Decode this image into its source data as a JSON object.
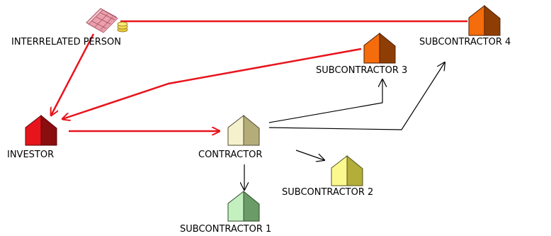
{
  "nodes": {
    "interrelated_person": {
      "label": "INTERRELATED PERSON",
      "icon": "money-icon"
    },
    "investor": {
      "label": "INVESTOR",
      "color": "#e8141c",
      "icon": "house-icon"
    },
    "contractor": {
      "label": "CONTRACTOR",
      "color": "#f5f1cc",
      "icon": "house-icon"
    },
    "subcontractor_1": {
      "label": "SUBCONTRACTOR 1",
      "color": "#c4f0c0",
      "icon": "house-icon"
    },
    "subcontractor_2": {
      "label": "SUBCONTRACTOR 2",
      "color": "#fbf88e",
      "icon": "house-icon"
    },
    "subcontractor_3": {
      "label": "SUBCONTRACTOR 3",
      "color": "#f46c0c",
      "icon": "house-icon"
    },
    "subcontractor_4": {
      "label": "SUBCONTRACTOR 4",
      "color": "#f46c0c",
      "icon": "house-icon"
    }
  },
  "edges": [
    {
      "from": "interrelated_person",
      "to": "investor",
      "color": "#e8141c"
    },
    {
      "from": "subcontractor_4",
      "to": "interrelated_person",
      "color": "#e8141c"
    },
    {
      "from": "subcontractor_3",
      "to": "investor",
      "color": "#e8141c"
    },
    {
      "from": "investor",
      "to": "contractor",
      "color": "#e8141c"
    },
    {
      "from": "contractor",
      "to": "subcontractor_1",
      "color": "#000000"
    },
    {
      "from": "contractor",
      "to": "subcontractor_2",
      "color": "#000000"
    },
    {
      "from": "contractor",
      "to": "subcontractor_3",
      "color": "#000000"
    },
    {
      "from": "contractor",
      "to": "subcontractor_4",
      "color": "#000000"
    }
  ]
}
